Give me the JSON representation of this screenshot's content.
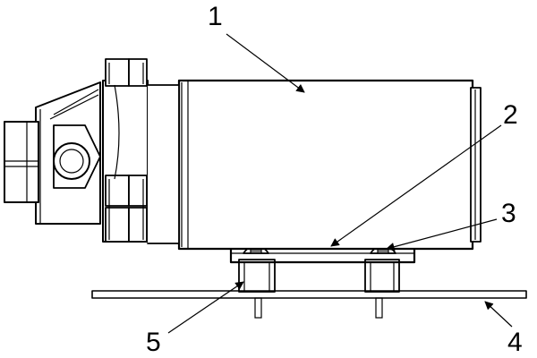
{
  "figure": {
    "labels": {
      "motor": "1",
      "bracket_plate": "2",
      "fastener": "3",
      "base_plate": "4",
      "mount_foot": "5"
    },
    "line_color": "#000000",
    "background": "#ffffff"
  }
}
